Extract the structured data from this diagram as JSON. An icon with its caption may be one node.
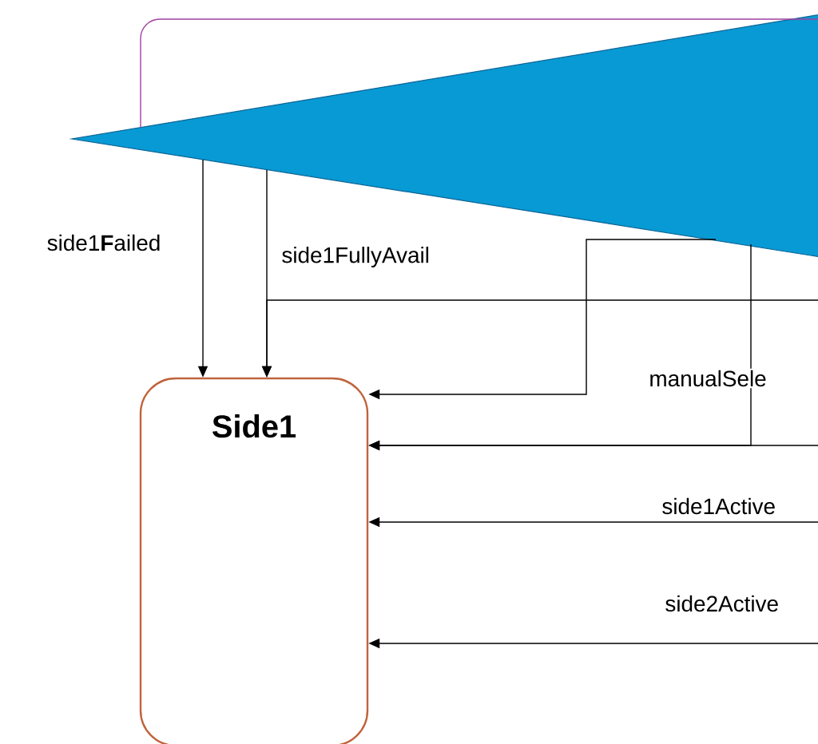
{
  "diagram": {
    "nodes": [
      {
        "text": [],
        "shape": "triangle"
      },
      {
        "text": [
          "Side1"
        ]
      }
    ],
    "edges": [
      {
        "from": 0,
        "to": null,
        "arrow": "none",
        "color": "#a040a0"
      },
      {
        "from": 0,
        "to": 1,
        "arrow": "to",
        "label": "side1**F**ailed"
      },
      {
        "from": 0,
        "to": 1,
        "arrow": "to",
        "label": "side1FullyAvail"
      },
      {
        "from": null,
        "to": 1,
        "arrow": "to"
      },
      {
        "from": 0,
        "to": 1,
        "arrow": "to"
      },
      {
        "from": 0,
        "to": 1,
        "arrow": "to",
        "label": "manualSele"
      },
      {
        "from": null,
        "to": 1,
        "arrow": "to"
      },
      {
        "from": null,
        "to": 1,
        "arrow": "to",
        "label": "side1Active"
      },
      {
        "from": null,
        "to": 1,
        "arrow": "to",
        "label": "side2Active"
      }
    ]
  }
}
